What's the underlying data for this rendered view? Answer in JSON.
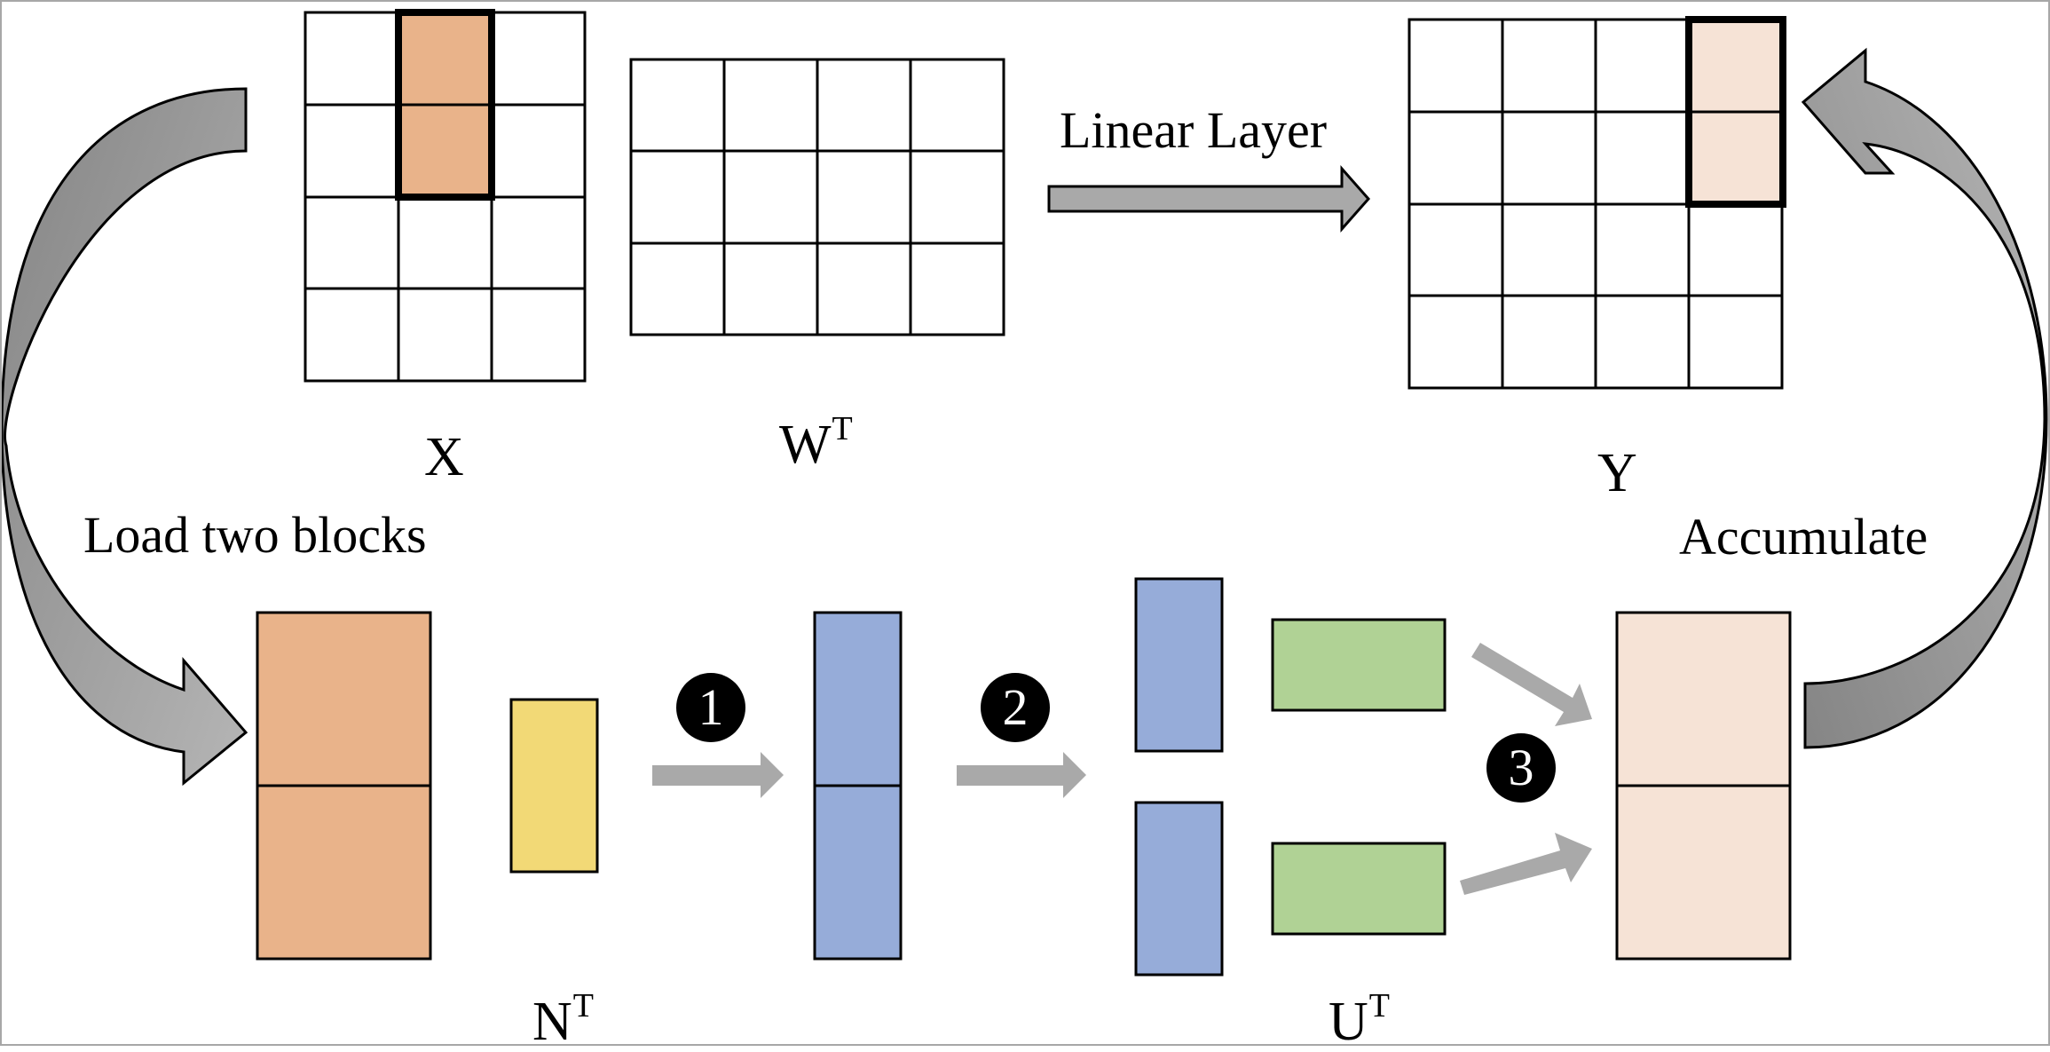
{
  "labels": {
    "x": "X",
    "w": "W",
    "w_sup": "T",
    "y": "Y",
    "n": "N",
    "n_sup": "T",
    "u": "U",
    "u_sup": "T"
  },
  "captions": {
    "linear_layer": "Linear Layer",
    "load_two_blocks": "Load two blocks",
    "accumulate": "Accumulate"
  },
  "steps": [
    "1",
    "2",
    "3"
  ],
  "colors": {
    "orange": "#e9b38a",
    "yellow": "#f2d976",
    "blue": "#96acd9",
    "green": "#b0d295",
    "peach": "#f6e3d6",
    "arrow_gray": "#a9a9a9",
    "arrow_dark": "#878787"
  }
}
